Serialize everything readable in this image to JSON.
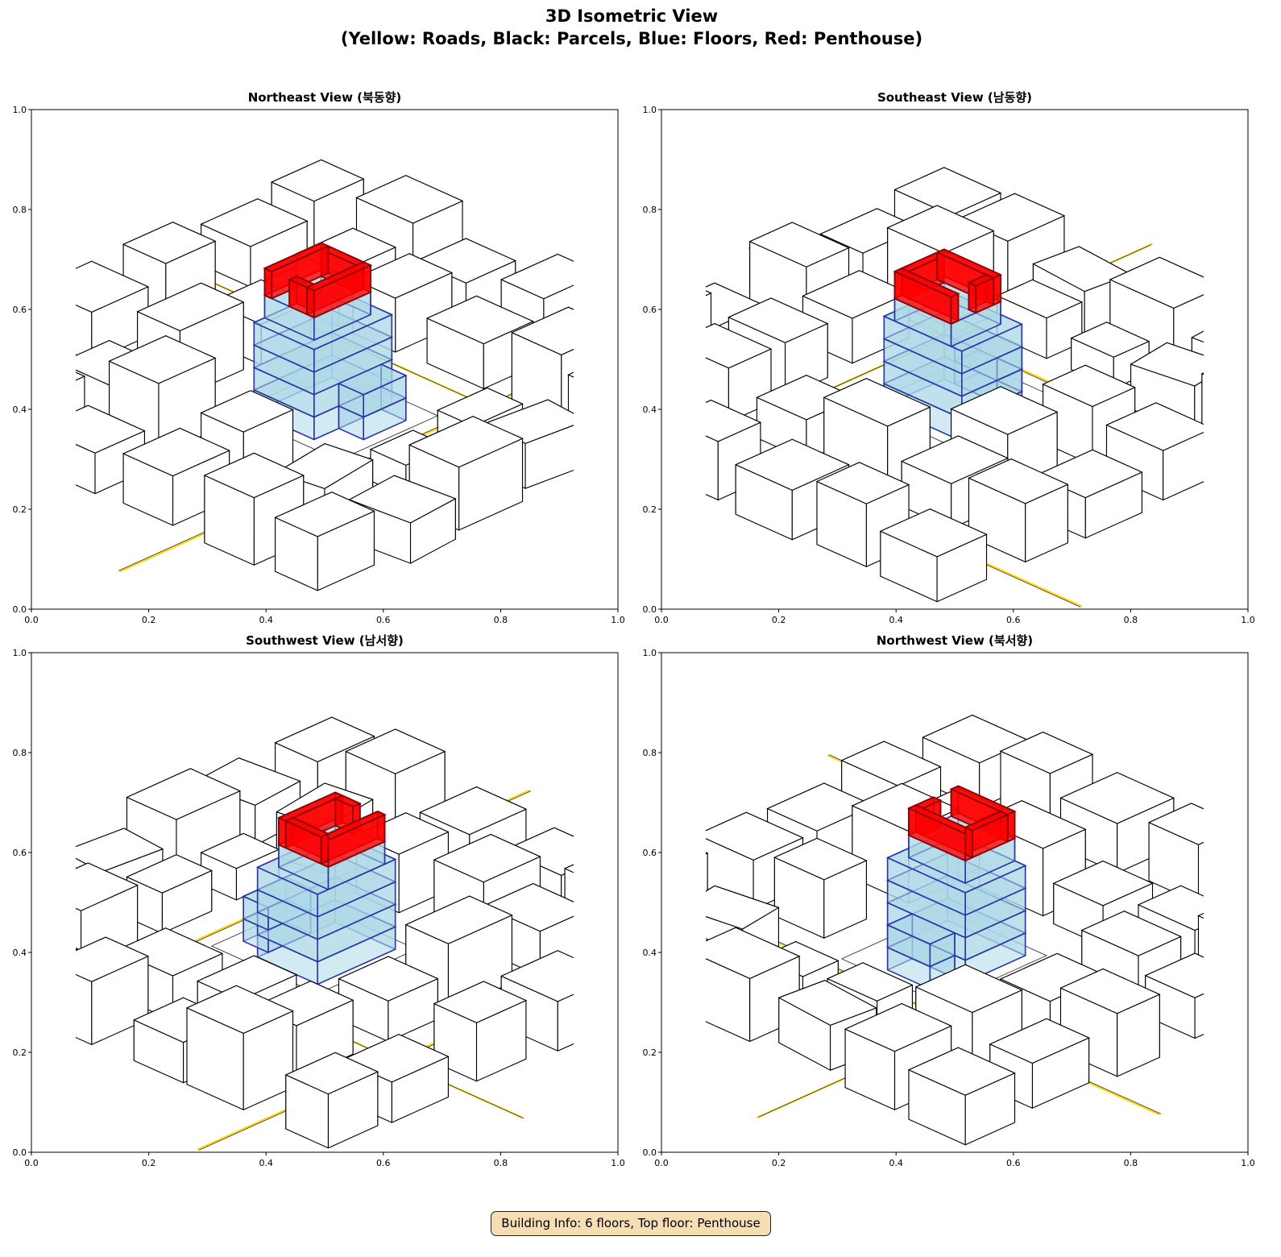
{
  "figure": {
    "title_line1": "3D Isometric View",
    "title_line2": "(Yellow: Roads, Black: Parcels, Blue: Floors, Red: Penthouse)",
    "info_box": "Building Info: 6 floors, Top floor: Penthouse"
  },
  "chart_data": {
    "type": "3d-isometric-line",
    "xlim": [
      0,
      1
    ],
    "ylim": [
      0,
      1
    ],
    "xticks": [
      "0.0",
      "0.2",
      "0.4",
      "0.6",
      "0.8",
      "1.0"
    ],
    "yticks": [
      "0.0",
      "0.2",
      "0.4",
      "0.6",
      "0.8",
      "1.0"
    ],
    "colors": {
      "road": "#ffd700",
      "parcel": "#000000",
      "floor_fill": "#add8e6",
      "floor_edge": "#2a36a8",
      "penthouse_fill": "#ff0000",
      "penthouse_edge": "#8b0000"
    },
    "panels": [
      {
        "title": "Northeast View (북동향)",
        "azimuth_deg": 45
      },
      {
        "title": "Southeast View (남동향)",
        "azimuth_deg": 135
      },
      {
        "title": "Southwest View (남서향)",
        "azimuth_deg": 225
      },
      {
        "title": "Northwest View (북서향)",
        "azimuth_deg": 315
      }
    ],
    "scene": {
      "roads": [
        [
          [
            -80,
            -22
          ],
          [
            80,
            -22
          ]
        ],
        [
          [
            24,
            -80
          ],
          [
            24,
            80
          ]
        ],
        [
          [
            -80,
            44
          ],
          [
            80,
            44
          ]
        ]
      ],
      "site_outline": [
        [
          -14,
          -18
        ],
        [
          14,
          -18
        ],
        [
          14,
          12
        ],
        [
          -14,
          12
        ],
        [
          -14,
          -18
        ]
      ],
      "parcels": [
        [
          -50,
          -50,
          16,
          12,
          12,
          0
        ],
        [
          -30,
          -52,
          14,
          16,
          9,
          5
        ],
        [
          -10,
          -50,
          18,
          14,
          14,
          0
        ],
        [
          12,
          -48,
          16,
          12,
          10,
          -5
        ],
        [
          34,
          -50,
          14,
          16,
          13,
          0
        ],
        [
          54,
          -52,
          16,
          14,
          11,
          0
        ],
        [
          -52,
          -32,
          14,
          14,
          15,
          0
        ],
        [
          -32,
          -32,
          16,
          12,
          10,
          8
        ],
        [
          -10,
          -34,
          12,
          10,
          7,
          0
        ],
        [
          10,
          -34,
          14,
          10,
          9,
          0
        ],
        [
          36,
          -32,
          16,
          14,
          16,
          0
        ],
        [
          54,
          -30,
          12,
          16,
          10,
          0
        ],
        [
          -50,
          -8,
          16,
          14,
          11,
          0
        ],
        [
          -30,
          -8,
          14,
          12,
          13,
          0
        ],
        [
          36,
          -8,
          14,
          16,
          10,
          0
        ],
        [
          54,
          -10,
          16,
          12,
          14,
          0
        ],
        [
          -52,
          14,
          14,
          16,
          9,
          0
        ],
        [
          -30,
          16,
          16,
          14,
          16,
          0
        ],
        [
          36,
          14,
          16,
          12,
          12,
          0
        ],
        [
          54,
          14,
          14,
          14,
          9,
          0
        ],
        [
          -50,
          32,
          16,
          12,
          13,
          0
        ],
        [
          -30,
          30,
          14,
          16,
          10,
          0
        ],
        [
          -8,
          30,
          18,
          12,
          15,
          0
        ],
        [
          12,
          30,
          14,
          14,
          9,
          0
        ],
        [
          36,
          30,
          16,
          12,
          12,
          0
        ],
        [
          54,
          30,
          14,
          16,
          17,
          0
        ],
        [
          -50,
          56,
          16,
          14,
          10,
          0
        ],
        [
          -30,
          56,
          14,
          12,
          14,
          0
        ],
        [
          -10,
          56,
          16,
          16,
          11,
          0
        ],
        [
          12,
          56,
          14,
          12,
          13,
          0
        ],
        [
          36,
          56,
          16,
          14,
          9,
          0
        ],
        [
          54,
          56,
          14,
          12,
          12,
          0
        ]
      ],
      "floors": [
        {
          "footprint": [
            [
              -11,
              -8
            ],
            [
              11,
              -8
            ],
            [
              11,
              9
            ],
            [
              -11,
              9
            ]
          ],
          "levels": [
            [
              0,
              5
            ],
            [
              5,
              10
            ],
            [
              10,
              15
            ],
            [
              15,
              20
            ]
          ]
        },
        {
          "footprint": [
            [
              -4,
              -15
            ],
            [
              8,
              -15
            ],
            [
              8,
              -8
            ],
            [
              -4,
              -8
            ]
          ],
          "levels": [
            [
              0,
              5
            ],
            [
              5,
              10
            ]
          ]
        },
        {
          "footprint": [
            [
              -8,
              -5
            ],
            [
              8,
              -5
            ],
            [
              8,
              9
            ],
            [
              -8,
              9
            ]
          ],
          "levels": [
            [
              20,
              25
            ]
          ]
        }
      ],
      "penthouse": [
        [
          [
            -8,
            -5
          ],
          [
            8,
            -5
          ],
          [
            8,
            -3
          ],
          [
            -8,
            -3
          ]
        ],
        [
          [
            6,
            -3
          ],
          [
            8,
            -3
          ],
          [
            8,
            7
          ],
          [
            6,
            7
          ]
        ],
        [
          [
            -8,
            7
          ],
          [
            8,
            7
          ],
          [
            8,
            9
          ],
          [
            -8,
            9
          ]
        ],
        [
          [
            -8,
            -3
          ],
          [
            -6,
            -3
          ],
          [
            -6,
            2
          ],
          [
            -8,
            2
          ]
        ]
      ],
      "penthouse_levels": [
        25,
        31
      ]
    }
  }
}
